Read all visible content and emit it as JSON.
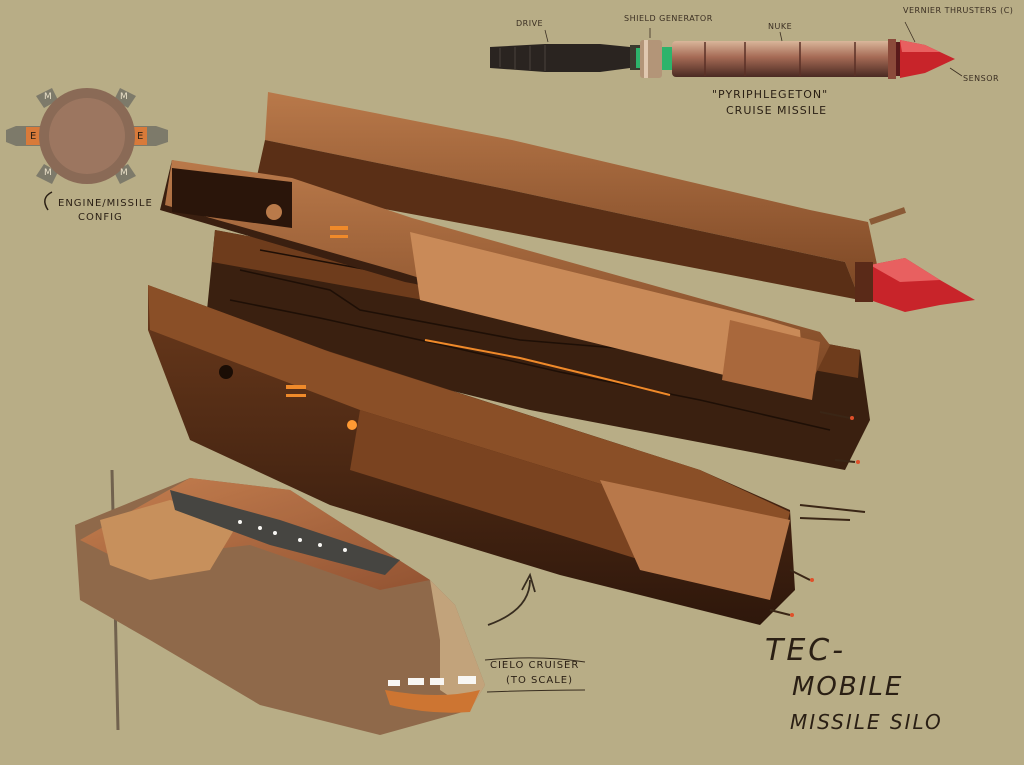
{
  "missile": {
    "labels": {
      "drive": "DRIVE",
      "shield": "SHIELD GENERATOR",
      "nuke": "NUKE",
      "vernier": "VERNIER THRUSTERS (C)",
      "sensor": "SENSOR"
    },
    "name_line1": "\"PYRIPHLEGETON\"",
    "name_line2": "CRUISE MISSILE"
  },
  "config": {
    "segment_labels": [
      "M",
      "M",
      "E",
      "E",
      "M",
      "M"
    ],
    "caption_line1": "ENGINE/MISSILE",
    "caption_line2": "CONFIG"
  },
  "cruiser": {
    "caption_line1": "CIELO CRUISER",
    "caption_line2": "(TO SCALE)"
  },
  "title": {
    "line1": "TEC-",
    "line2": "MOBILE",
    "line3": "MISSILE SILO"
  },
  "colors": {
    "background": "#b8ad86",
    "hull": "#8a4f27",
    "hull_light": "#b8784a",
    "hull_dark": "#3a1f10",
    "warhead": "#c8242a",
    "glow": "#f08a2a"
  }
}
